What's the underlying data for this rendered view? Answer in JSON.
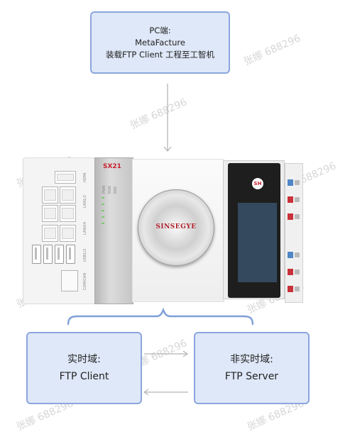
{
  "pc_box": {
    "line1": "PC端:",
    "line2": "MetaFacture",
    "line3": "装载FTP Client 工程至工智机"
  },
  "realtime_box": {
    "line1": "实时域:",
    "line2": "FTP Client"
  },
  "nonrealtime_box": {
    "line1": "非实时域:",
    "line2": "FTP Server"
  },
  "device": {
    "model_label": "SX21",
    "brand_text": "SINSEGYE",
    "port_labels": [
      "HDMI",
      "LAN1/2",
      "LAN3/4",
      "USB1/2",
      "COM/CAN"
    ],
    "led_labels": [
      "PWR",
      "RUN",
      "ERR"
    ],
    "logo_text": "SH",
    "accent_color": "#c81f2a",
    "screen_color": "#34495e"
  },
  "watermark": "张娜 688296",
  "colors": {
    "box_fill": "#dfe8f8",
    "box_border": "#8aa6de",
    "arrow": "#b5b5b5"
  }
}
